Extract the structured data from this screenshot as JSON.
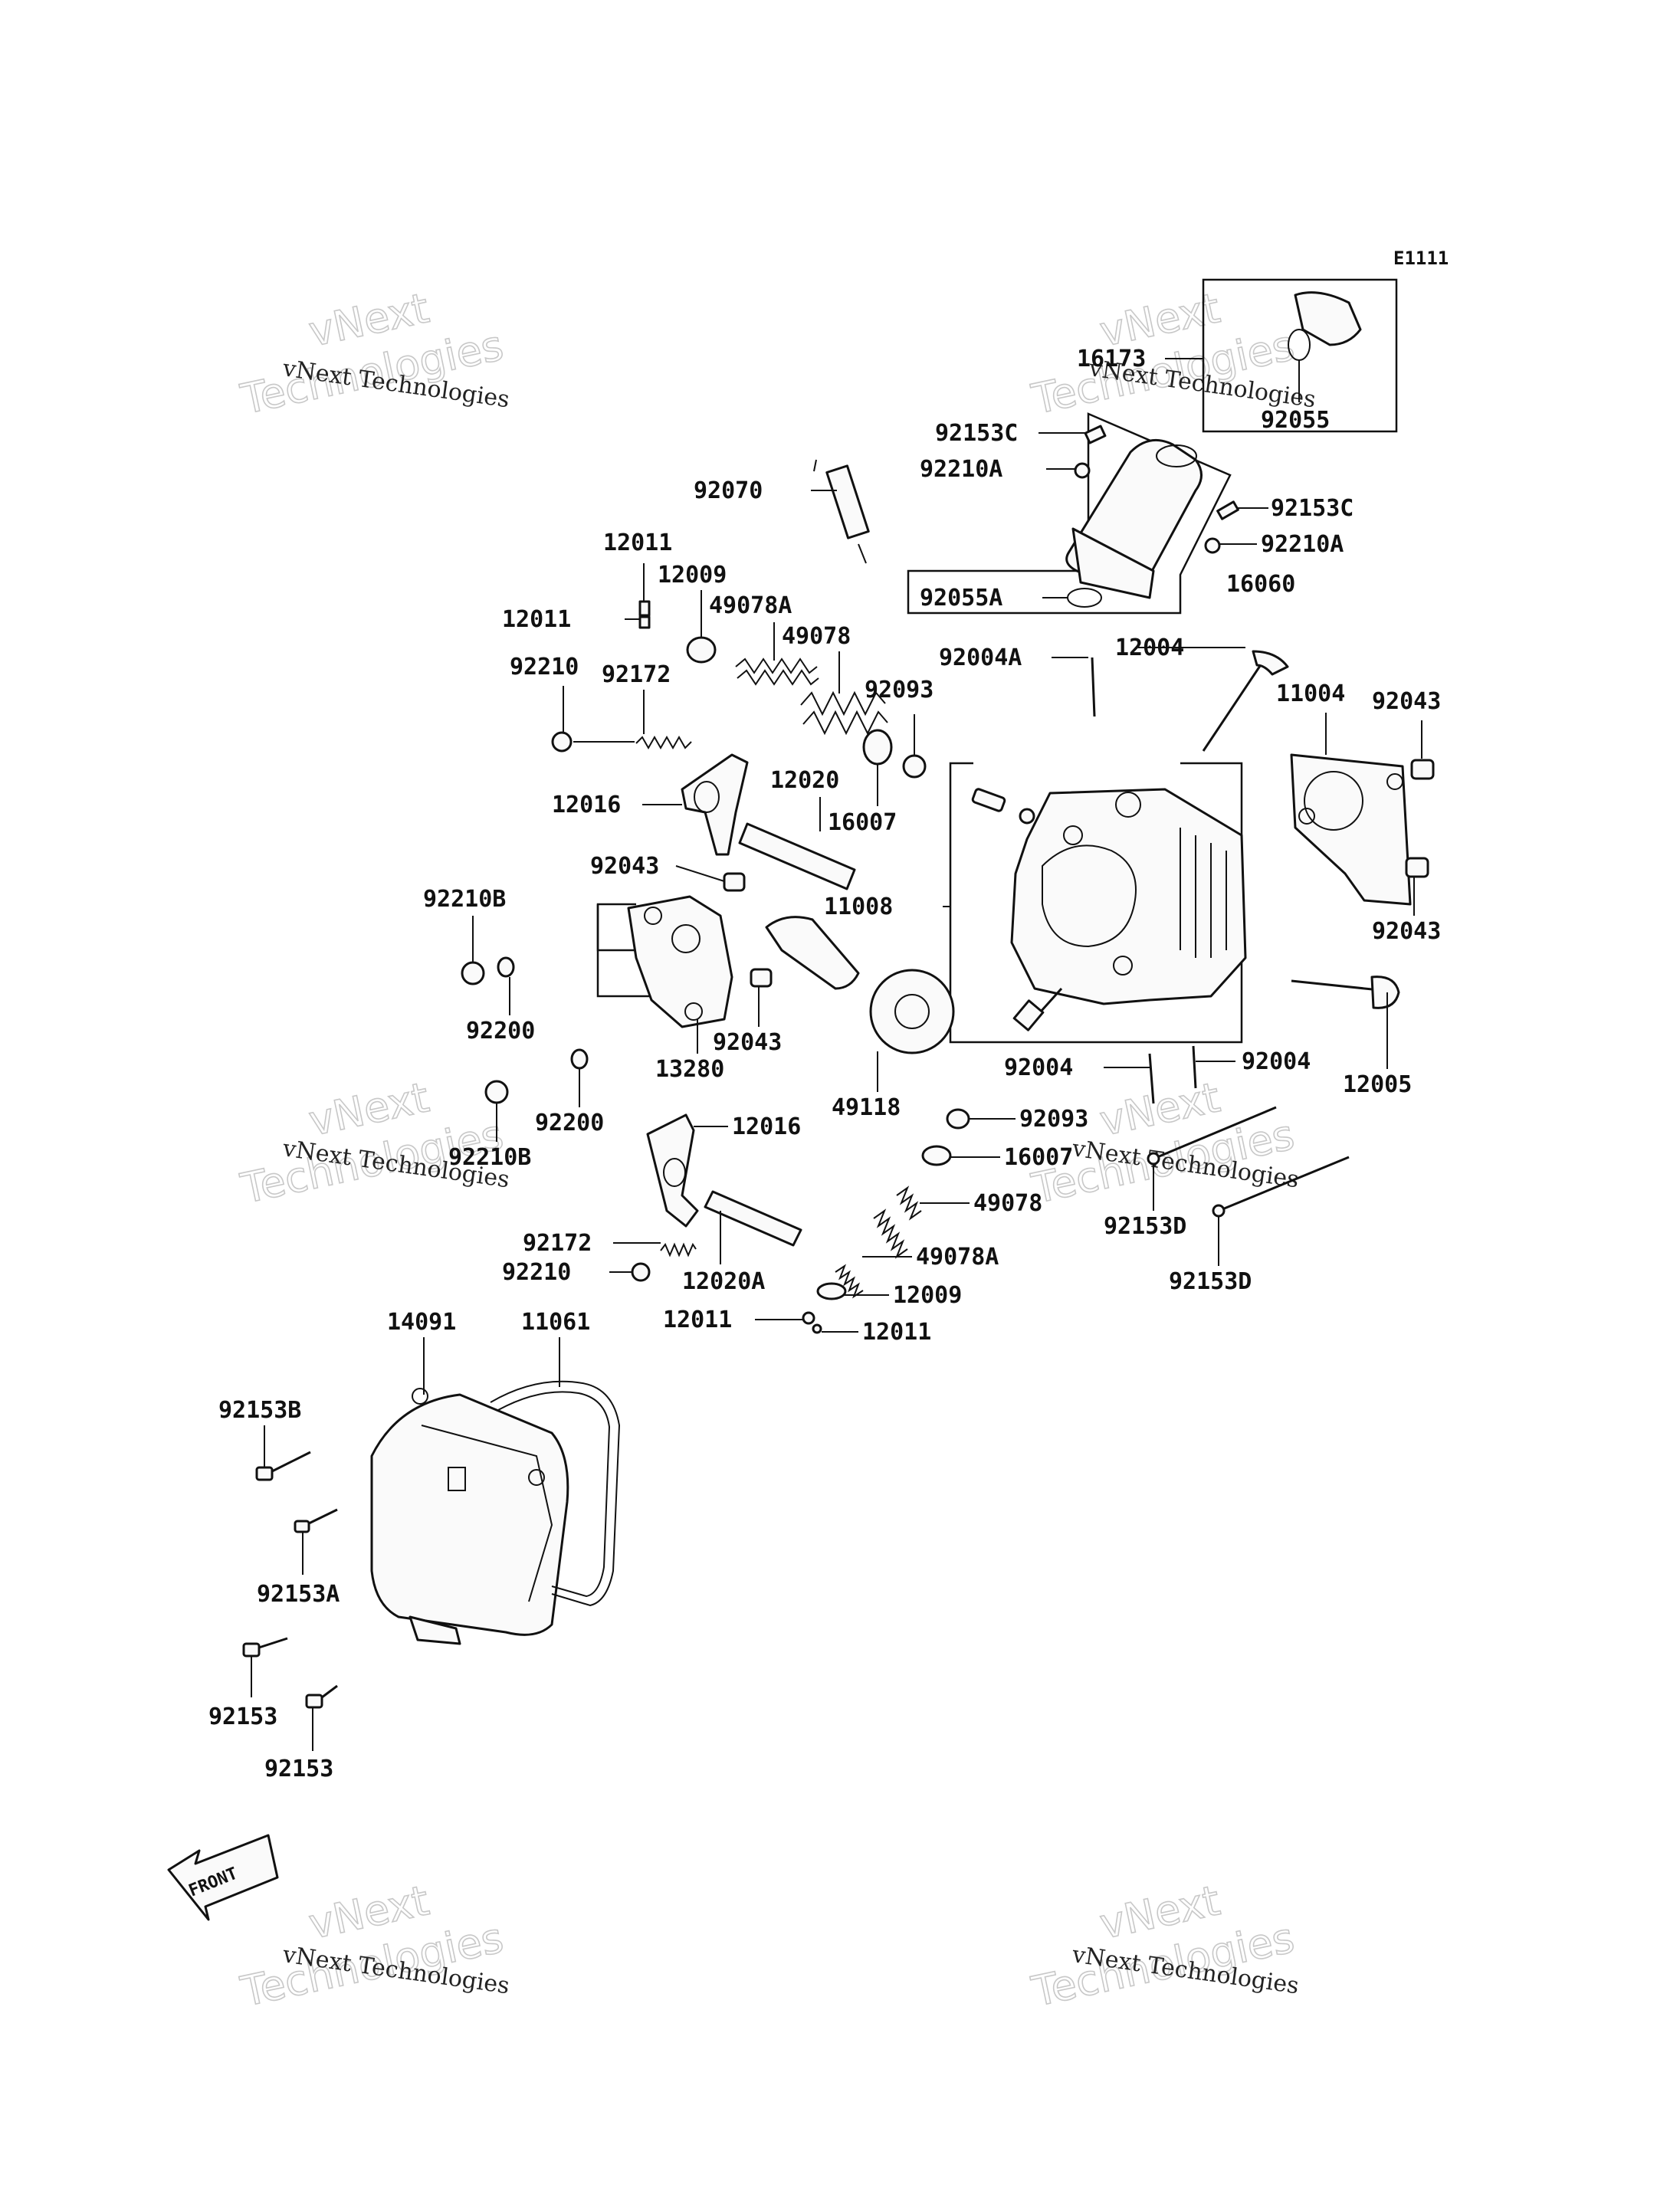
{
  "diagram_code": "E1111",
  "front_label": "FRONT",
  "watermarks": [
    {
      "small": "vNext Technologies",
      "big1": "vNext",
      "big2": "Technologies"
    },
    {
      "small": "vNext Technologies",
      "big1": "vNext",
      "big2": "Technologies"
    },
    {
      "small": "vNext Technologies",
      "big1": "vNext",
      "big2": "Technologies"
    },
    {
      "small": "vNext Technologies",
      "big1": "vNext",
      "big2": "Technologies"
    },
    {
      "small": "vNext Technologies",
      "big1": "vNext",
      "big2": "Technologies"
    },
    {
      "small": "vNext Technologies",
      "big1": "vNext",
      "big2": "Technologies"
    }
  ],
  "labels": [
    "16173",
    "92055",
    "92153C",
    "92210A",
    "92070",
    "92153C",
    "92210A",
    "92055A",
    "16060",
    "12011",
    "12009",
    "49078A",
    "12011",
    "49078",
    "92004A",
    "12004",
    "92210",
    "92172",
    "92093",
    "11004",
    "92043",
    "12016",
    "12020",
    "16007",
    "92043",
    "11008",
    "92210B",
    "92043",
    "92200",
    "92043",
    "13280",
    "49118",
    "92004",
    "92004",
    "12005",
    "92200",
    "12016",
    "92093",
    "92210B",
    "16007",
    "49078",
    "92153D",
    "92172",
    "49078A",
    "92210",
    "12020A",
    "12009",
    "92153D",
    "12011",
    "12011",
    "14091",
    "11061",
    "92153B",
    "92153A",
    "92153",
    "92153"
  ]
}
